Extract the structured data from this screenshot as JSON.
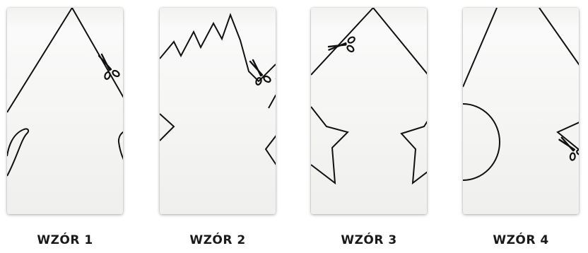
{
  "patterns": [
    {
      "label": "WZÓR 1",
      "icon": "scissors-icon"
    },
    {
      "label": "WZÓR 2",
      "icon": "scissors-icon"
    },
    {
      "label": "WZÓR 3",
      "icon": "scissors-icon"
    },
    {
      "label": "WZÓR 4",
      "icon": "scissors-icon"
    }
  ],
  "colors": {
    "line": "#111111",
    "paper": "#f6f6f5",
    "text": "#1a1a1a"
  }
}
